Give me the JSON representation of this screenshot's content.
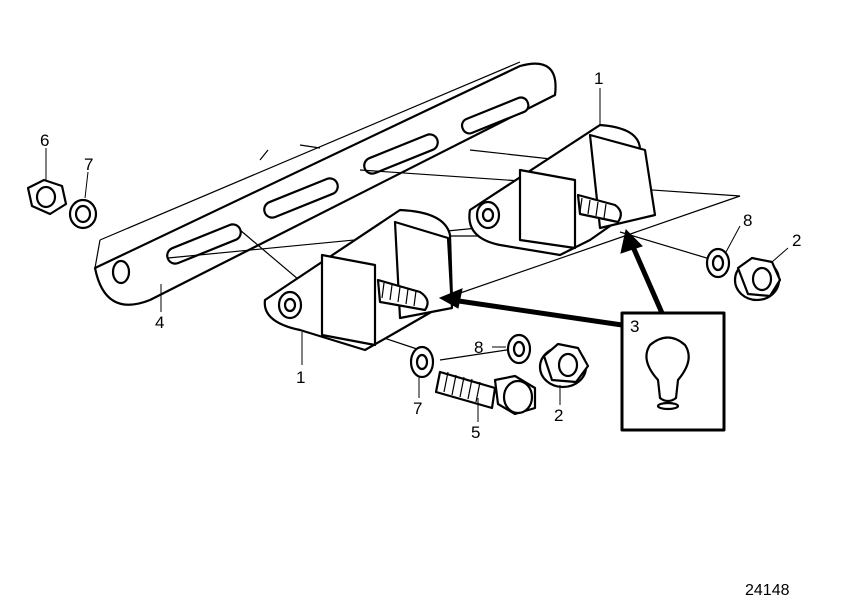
{
  "callouts": {
    "c1_top": "1",
    "c1_bottom": "1",
    "c2_right": "2",
    "c2_bottom": "2",
    "c3": "3",
    "c4": "4",
    "c5": "5",
    "c6": "6",
    "c7_left": "7",
    "c7_bottom": "7",
    "c8_right": "8",
    "c8_middle": "8"
  },
  "figure_number": "24148"
}
